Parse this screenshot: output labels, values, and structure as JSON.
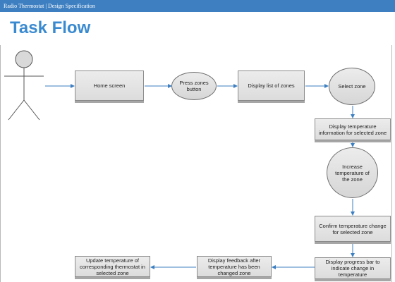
{
  "header": {
    "text": "Radio Thermostat | Design Specification"
  },
  "page": {
    "title": "Task Flow"
  },
  "nodes": {
    "home_screen": "Home screen",
    "press_zones": "Press zones button",
    "display_list": "Display list of zones",
    "select_zone": "Select zone",
    "display_temp_info": "Display temperature information for selected zone",
    "increase_temp": "Increase temperature of the zone",
    "confirm_change": "Confirm temperature change for selected zone",
    "progress_bar": "Display progress bar to indicate change in temperature",
    "feedback": "Display feedback after temperature has been changed zone",
    "update_thermostat": "Update temperature of corresponding thermostat in selected zone"
  },
  "colors": {
    "header": "#3d7fc1",
    "title": "#3a8ad0",
    "arrow": "#3d7fc1"
  }
}
